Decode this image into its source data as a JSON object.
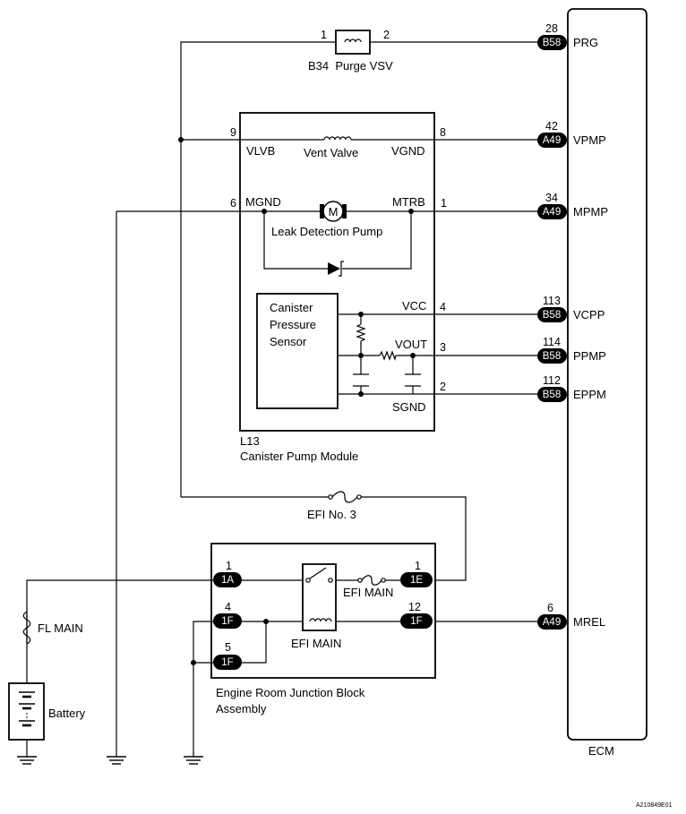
{
  "purge_vsv": {
    "pin1": "1",
    "pin2": "2",
    "label": "B34  Purge VSV"
  },
  "module": {
    "id": "L13",
    "name": "Canister Pump Module",
    "pin9": "9",
    "pin8": "8",
    "pin6": "6",
    "pin1": "1",
    "pin4": "4",
    "pin3": "3",
    "pin2": "2",
    "vlvb": "VLVB",
    "vgnd": "VGND",
    "vent_valve": "Vent Valve",
    "mgnd": "MGND",
    "mtrb": "MTRB",
    "motor_symbol": "M",
    "leak_pump": "Leak Detection Pump",
    "sensor_line1": "Canister",
    "sensor_line2": "Pressure",
    "sensor_line3": "Sensor",
    "vcc": "VCC",
    "vout": "VOUT",
    "sgnd": "SGND"
  },
  "ecm": {
    "label": "ECM",
    "terminals": [
      {
        "num": "28",
        "conn": "B58",
        "name": "PRG"
      },
      {
        "num": "42",
        "conn": "A49",
        "name": "VPMP"
      },
      {
        "num": "34",
        "conn": "A49",
        "name": "MPMP"
      },
      {
        "num": "113",
        "conn": "B58",
        "name": "VCPP"
      },
      {
        "num": "114",
        "conn": "B58",
        "name": "PPMP"
      },
      {
        "num": "112",
        "conn": "B58",
        "name": "EPPM"
      },
      {
        "num": "6",
        "conn": "A49",
        "name": "MREL"
      }
    ]
  },
  "efi_no3": "EFI No. 3",
  "junction": {
    "name_line1": "Engine Room Junction Block",
    "name_line2": "Assembly",
    "p1a_num": "1",
    "p1a": "1A",
    "p4_num": "4",
    "p4": "1F",
    "p5_num": "5",
    "p5": "1F",
    "p1e_num": "1",
    "p1e": "1E",
    "p12_num": "12",
    "p12": "1F",
    "efi_main_fuse": "EFI MAIN",
    "efi_main_relay": "EFI MAIN"
  },
  "fl_main": "FL MAIN",
  "battery": "Battery",
  "diagram_id": "A210849E01"
}
